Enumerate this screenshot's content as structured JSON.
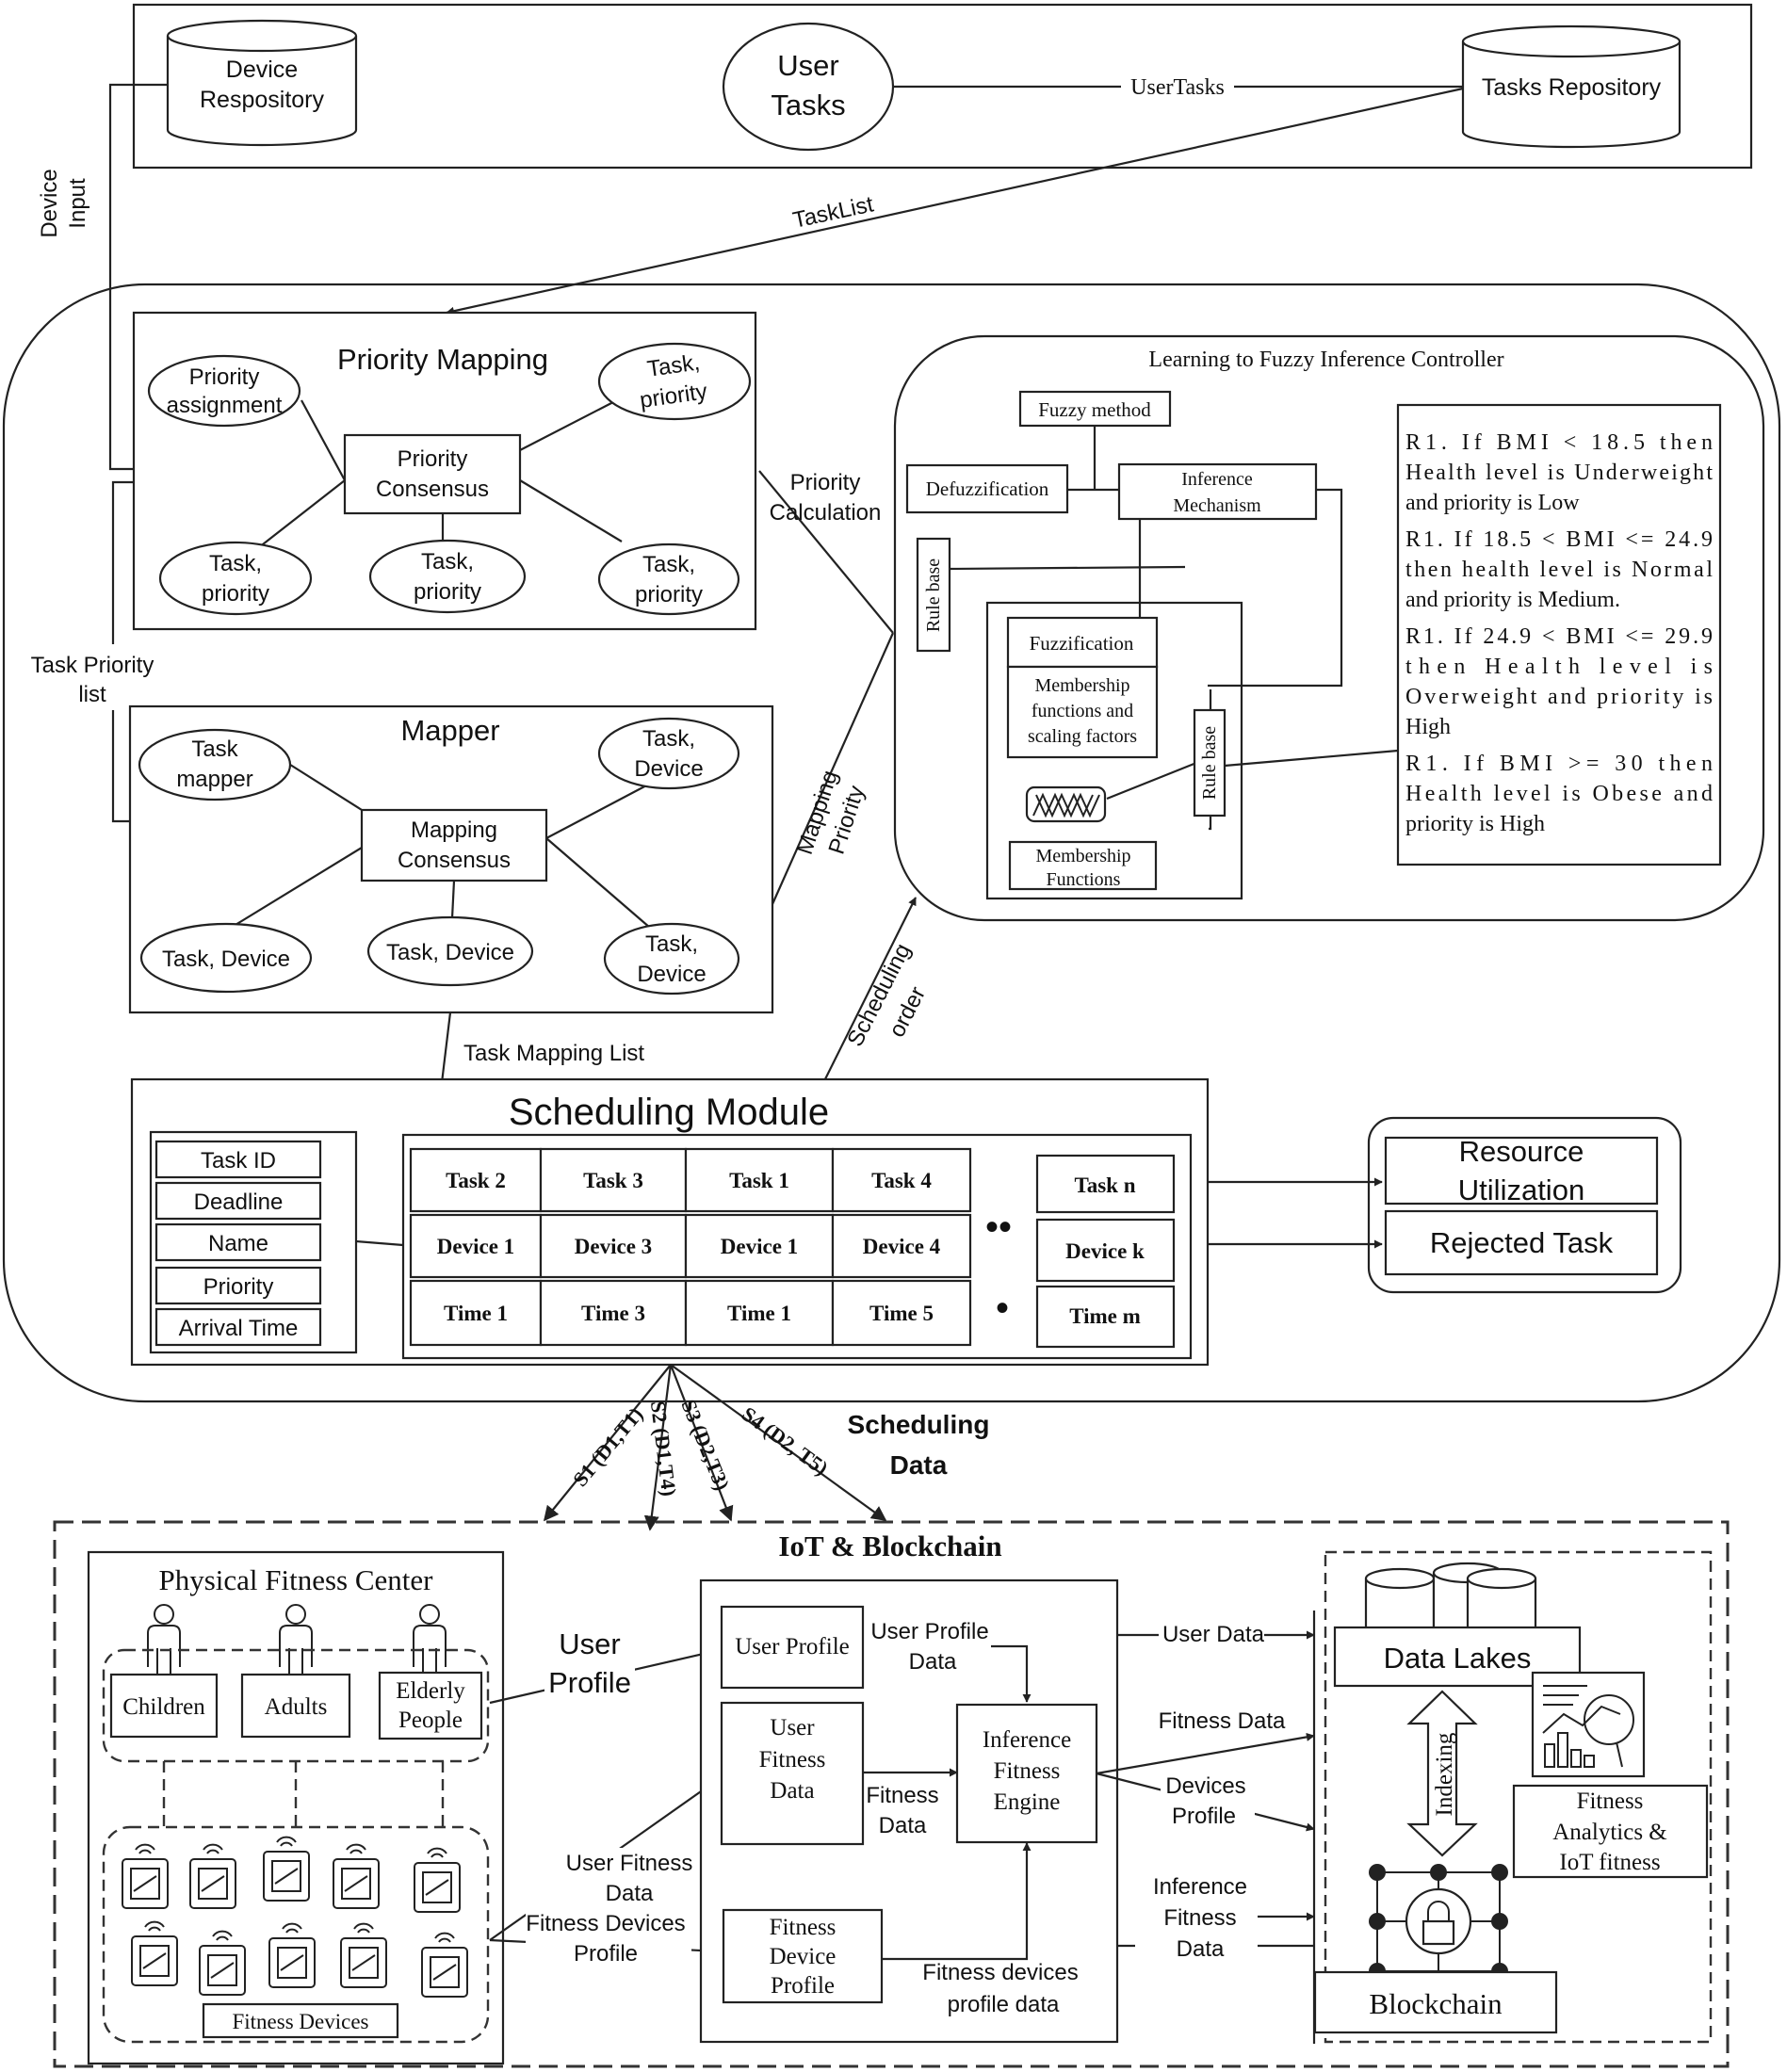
{
  "top": {
    "device_repo": [
      "Device",
      "Respository"
    ],
    "user_tasks": [
      "User",
      "Tasks"
    ],
    "tasks_repo": "Tasks Repository",
    "edge_usertasks": "UserTasks",
    "edge_tasklist": "TaskList",
    "device_input": [
      "Device",
      "Input"
    ]
  },
  "priority_mapping": {
    "title": "Priority Mapping",
    "assignment": [
      "Priority",
      "assignment"
    ],
    "consensus": [
      "Priority",
      "Consensus"
    ],
    "node_tr": [
      "Task,",
      "priority"
    ],
    "node_bl": [
      "Task,",
      "priority"
    ],
    "node_bm": [
      "Task,",
      "priority"
    ],
    "node_br": [
      "Task,",
      "priority"
    ]
  },
  "side_labels": {
    "task_priority_list": [
      "Task Priority",
      "list"
    ],
    "priority_calculation": [
      "Priority",
      "Calculation"
    ],
    "mapping_priority": [
      "Mapping",
      "Priority"
    ],
    "scheduling_order": [
      "Scheduling",
      "order"
    ],
    "task_mapping_list": "Task Mapping List"
  },
  "mapper": {
    "title": "Mapper",
    "task_mapper": [
      "Task",
      "mapper"
    ],
    "consensus": [
      "Mapping",
      "Consensus"
    ],
    "node_tr": [
      "Task,",
      "Device"
    ],
    "node_bl": "Task, Device",
    "node_bm": "Task, Device",
    "node_br": [
      "Task,",
      "Device"
    ]
  },
  "fuzzy": {
    "title": "Learning to Fuzzy Inference Controller",
    "fuzzy_method": "Fuzzy method",
    "defuzzification": "Defuzzification",
    "inference": [
      "Inference",
      "Mechanism"
    ],
    "rule_base": "Rule base",
    "fuzzification": "Fuzzification",
    "membership_sf": [
      "Membership",
      "functions and",
      "scaling factors"
    ],
    "membership_fn": [
      "Membership",
      "Functions"
    ],
    "rules": [
      [
        "R1.  If  BMI  <  18.5  then",
        "Health level is Underweight",
        "and priority is Low"
      ],
      [
        "R1.  If 18.5 < BMI <= 24.9",
        "then health level is Normal",
        "and priority is Medium."
      ],
      [
        "R1.  If  24.9 < BMI <= 29.9",
        "then   Health   level   is",
        "Overweight  and  priority  is",
        "High"
      ],
      [
        "R1.  If   BMI  >=  30  then",
        "Health  level  is  Obese  and",
        "priority is High"
      ]
    ]
  },
  "scheduling": {
    "title": "Scheduling Module",
    "fields": [
      "Task ID",
      "Deadline",
      "Name",
      "Priority",
      "Arrival Time"
    ],
    "tasks": [
      "Task 2",
      "Task 3",
      "Task 1",
      "Task 4"
    ],
    "devices": [
      "Device 1",
      "Device 3",
      "Device 1",
      "Device 4"
    ],
    "times": [
      "Time 1",
      "Time 3",
      "Time 1",
      "Time 5"
    ],
    "task_n": "Task n",
    "device_k": "Device k",
    "time_m": "Time m",
    "resource": [
      "Resource",
      "Utilization"
    ],
    "rejected": "Rejected Task"
  },
  "schedule_links": [
    "S1 (D1,T1)",
    "S2 (D1,T4)",
    "S3 (D2,T3)",
    "S4 (D2, T5)"
  ],
  "scheduling_data": [
    "Scheduling",
    "Data"
  ],
  "iot": {
    "title": "IoT & Blockchain",
    "pfc_title": "Physical Fitness Center",
    "children": "Children",
    "adults": "Adults",
    "elderly": [
      "Elderly",
      "People"
    ],
    "fitness_devices": "Fitness Devices",
    "user_profile_edge": [
      "User",
      "Profile"
    ],
    "user_fitness_edge": [
      "User Fitness",
      "Data"
    ],
    "fitness_devices_edge": [
      "Fitness Devices",
      "Profile"
    ],
    "user_profile": "User Profile",
    "user_profile_data": [
      "User Profile",
      "Data"
    ],
    "user_fitness_data": [
      "User",
      "Fitness",
      "Data"
    ],
    "fitness_data_inner": [
      "Fitness",
      "Data"
    ],
    "engine": [
      "Inference",
      "Fitness",
      "Engine"
    ],
    "fitness_device_profile": [
      "Fitness",
      "Device",
      "Profile"
    ],
    "fdp_data": [
      "Fitness devices",
      "profile  data"
    ],
    "user_data": "User Data",
    "fitness_data": "Fitness Data",
    "devices_profile": [
      "Devices",
      "Profile"
    ],
    "inference_data": [
      "Inference",
      "Fitness",
      "Data"
    ],
    "data_lakes": "Data Lakes",
    "indexing": "Indexing",
    "analytics": [
      "Fitness",
      "Analytics &",
      "IoT fitness"
    ],
    "blockchain": "Blockchain"
  }
}
